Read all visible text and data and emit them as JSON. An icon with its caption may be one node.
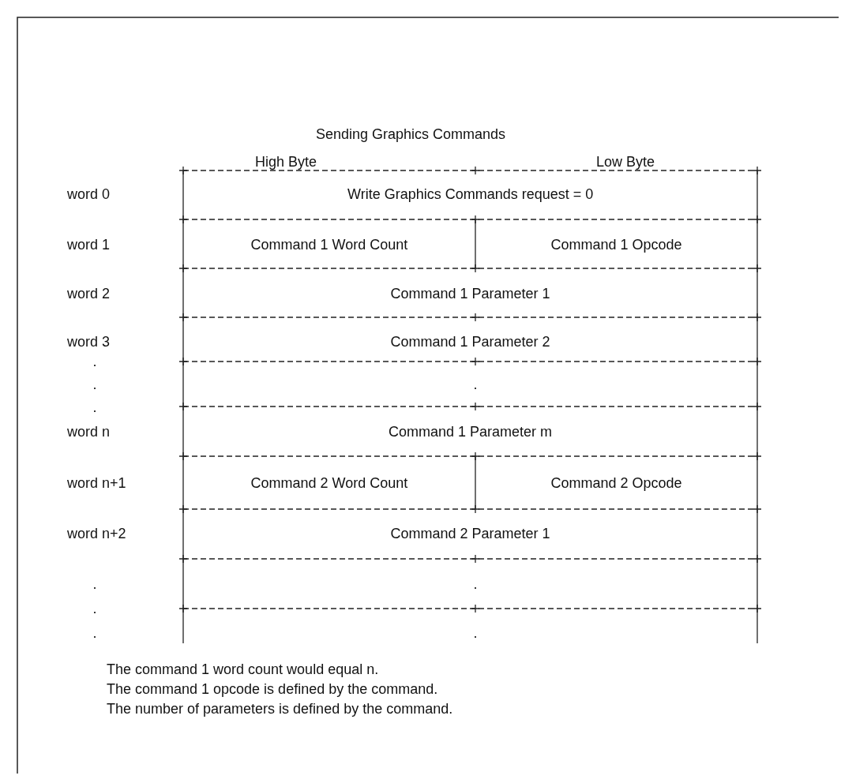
{
  "diagram": {
    "title": "Sending Graphics Commands",
    "labels": [
      "High Byte",
      "Low Byte",
      "word 0",
      "Write Graphics Commands request = 0",
      "word 1",
      "Command 1 Word Count",
      "Command 1 Opcode",
      "word 2",
      "Command 1 Parameter 1",
      "word 3",
      "Command 1 Parameter 2",
      ".",
      ".",
      ".",
      ".",
      "word n",
      "Command 1 Parameter m",
      "word n+1",
      "Command 2 Word Count",
      "Command 2 Opcode",
      "word n+2",
      "Command 2 Parameter 1",
      ".",
      ".",
      ".",
      ".",
      ".",
      "The command 1 word count would equal n.",
      "The command 1 opcode is defined by the command.",
      "The number of parameters is defined by the command."
    ]
  }
}
